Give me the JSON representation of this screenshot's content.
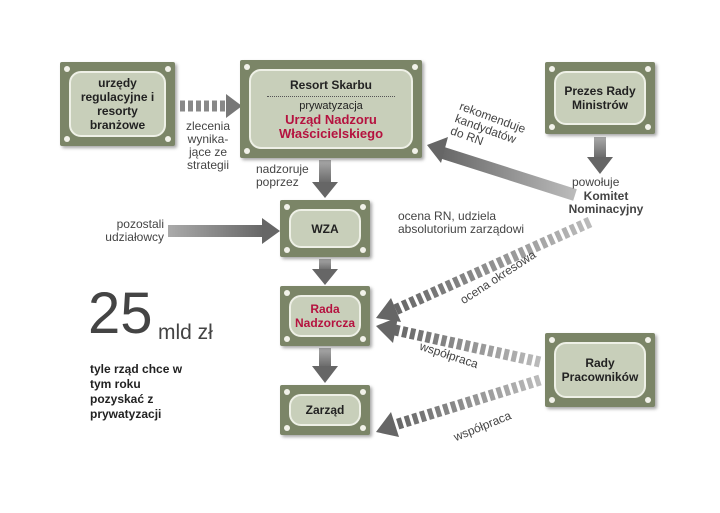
{
  "boxes": {
    "urzedy": "urzędy regulacyjne i resorty branżowe",
    "resort_title": "Resort Skarbu",
    "resort_sub": "prywatyzacja",
    "resort_red": "Urząd Nadzoru Właścicielskiego",
    "prezes": "Prezes Rady Ministrów",
    "wza": "WZA",
    "rada": "Rada Nadzorcza",
    "zarzad": "Zarząd",
    "rady_prac": "Rady Pracowników"
  },
  "labels": {
    "zlecenia": "zlecenia wynika-jące ze strategii",
    "nadzoruje": "nadzoruje poprzez",
    "rekomenduje": "rekomenduje kandydatów do RN",
    "powoluje": "powołuje",
    "komitet": "Komitet Nominacyjny",
    "pozostali": "pozostali udziałowcy",
    "ocena_rn": "ocena RN, udziela absolutorium zarządowi",
    "ocena_okresowa": "ocena okresowa",
    "wspolpraca1": "współpraca",
    "wspolpraca2": "współpraca"
  },
  "stat": {
    "value": "25",
    "unit": "mld zł",
    "caption": "tyle rząd chce w tym roku pozyskać z prywatyzacji"
  },
  "colors": {
    "accent": "#b5123f",
    "box": "#7b8567",
    "plaque": "#c8cfba"
  }
}
